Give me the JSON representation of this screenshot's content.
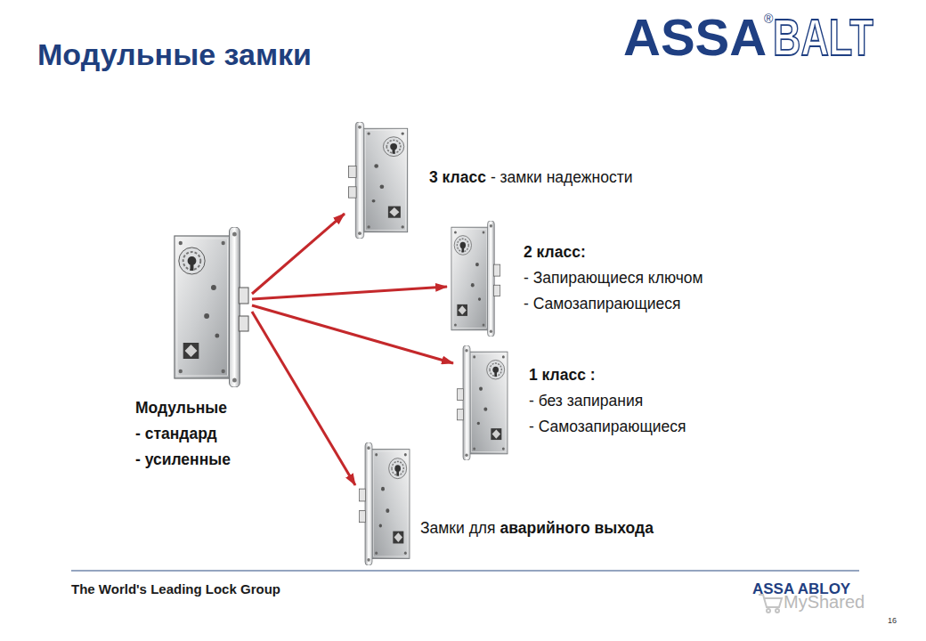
{
  "diagram": {
    "title": "Модульные замки",
    "nodes": [
      {
        "text": [
          "Модульные",
          "- стандард",
          "- усиленные"
        ]
      },
      {
        "text": [
          "3 класс",
          "- замки надежности"
        ]
      },
      {
        "text": [
          "2 класс:",
          "- Запирающиеся ключом",
          "- Самозапирающиеся"
        ]
      },
      {
        "text": [
          "1 класс :",
          "- без запирания",
          "- Самозапирающиеся"
        ]
      },
      {
        "text": [
          "Замки для",
          "аварийного выхода"
        ]
      }
    ],
    "edges": [
      {
        "from": 0,
        "to": 1,
        "arrow": "to"
      },
      {
        "from": 0,
        "to": 2,
        "arrow": "to"
      },
      {
        "from": 0,
        "to": 3,
        "arrow": "to"
      },
      {
        "from": 0,
        "to": 4,
        "arrow": "to"
      }
    ],
    "labels": [
      "ASSA",
      "®",
      "BALT",
      "The World's Leading Lock Group",
      "ASSA ABLOY",
      "MyShared",
      "16"
    ]
  }
}
